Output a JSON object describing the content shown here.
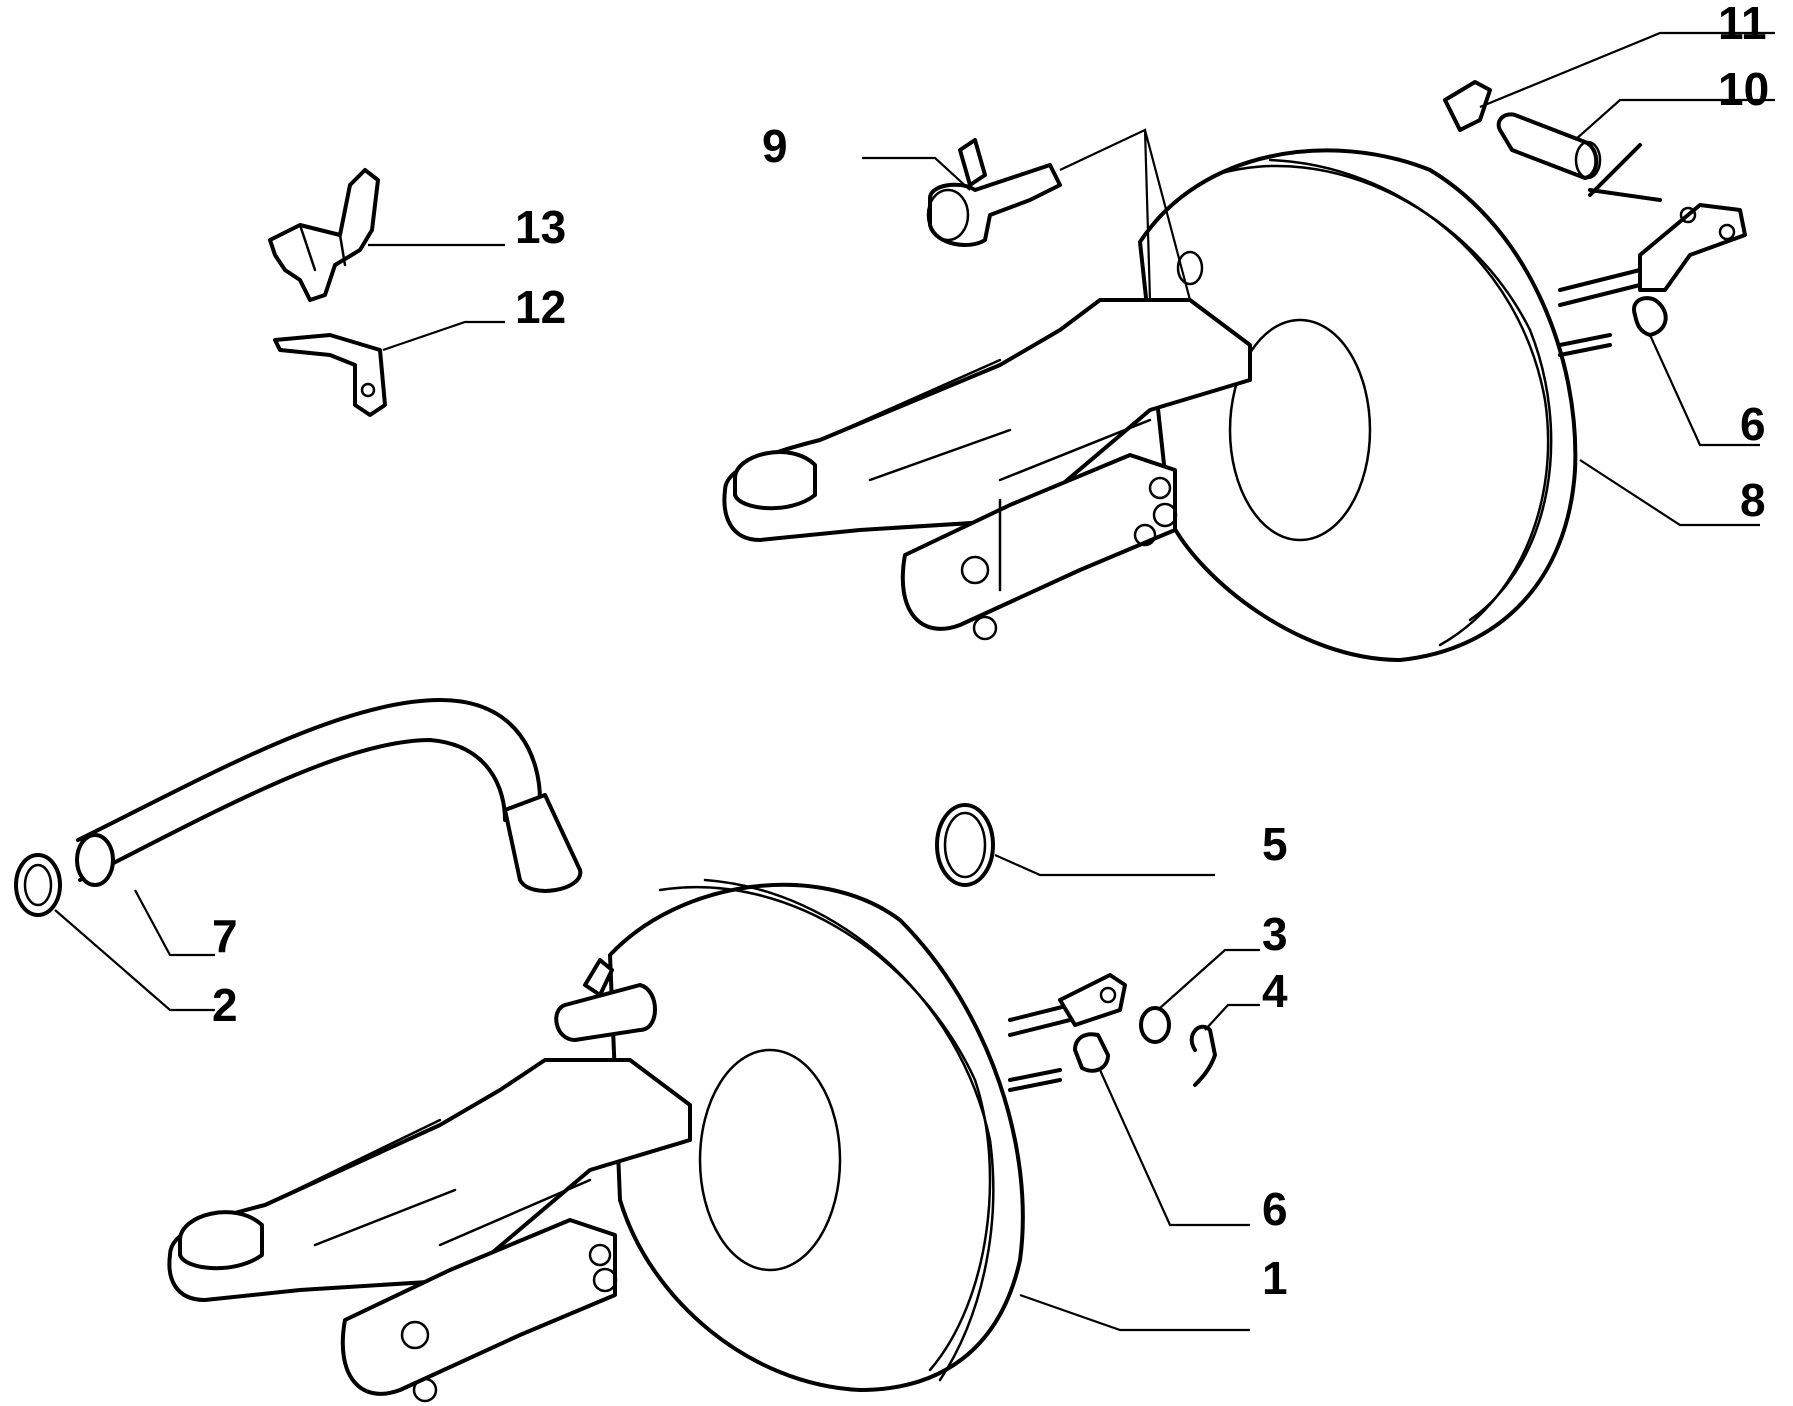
{
  "diagram": {
    "callouts": [
      {
        "id": "c11",
        "text": "11"
      },
      {
        "id": "c10",
        "text": "10"
      },
      {
        "id": "c9",
        "text": "9"
      },
      {
        "id": "c13",
        "text": "13"
      },
      {
        "id": "c12",
        "text": "12"
      },
      {
        "id": "c6a",
        "text": "6"
      },
      {
        "id": "c8",
        "text": "8"
      },
      {
        "id": "c5",
        "text": "5"
      },
      {
        "id": "c3",
        "text": "3"
      },
      {
        "id": "c4",
        "text": "4"
      },
      {
        "id": "c7",
        "text": "7"
      },
      {
        "id": "c2",
        "text": "2"
      },
      {
        "id": "c6b",
        "text": "6"
      },
      {
        "id": "c1",
        "text": "1"
      }
    ]
  }
}
